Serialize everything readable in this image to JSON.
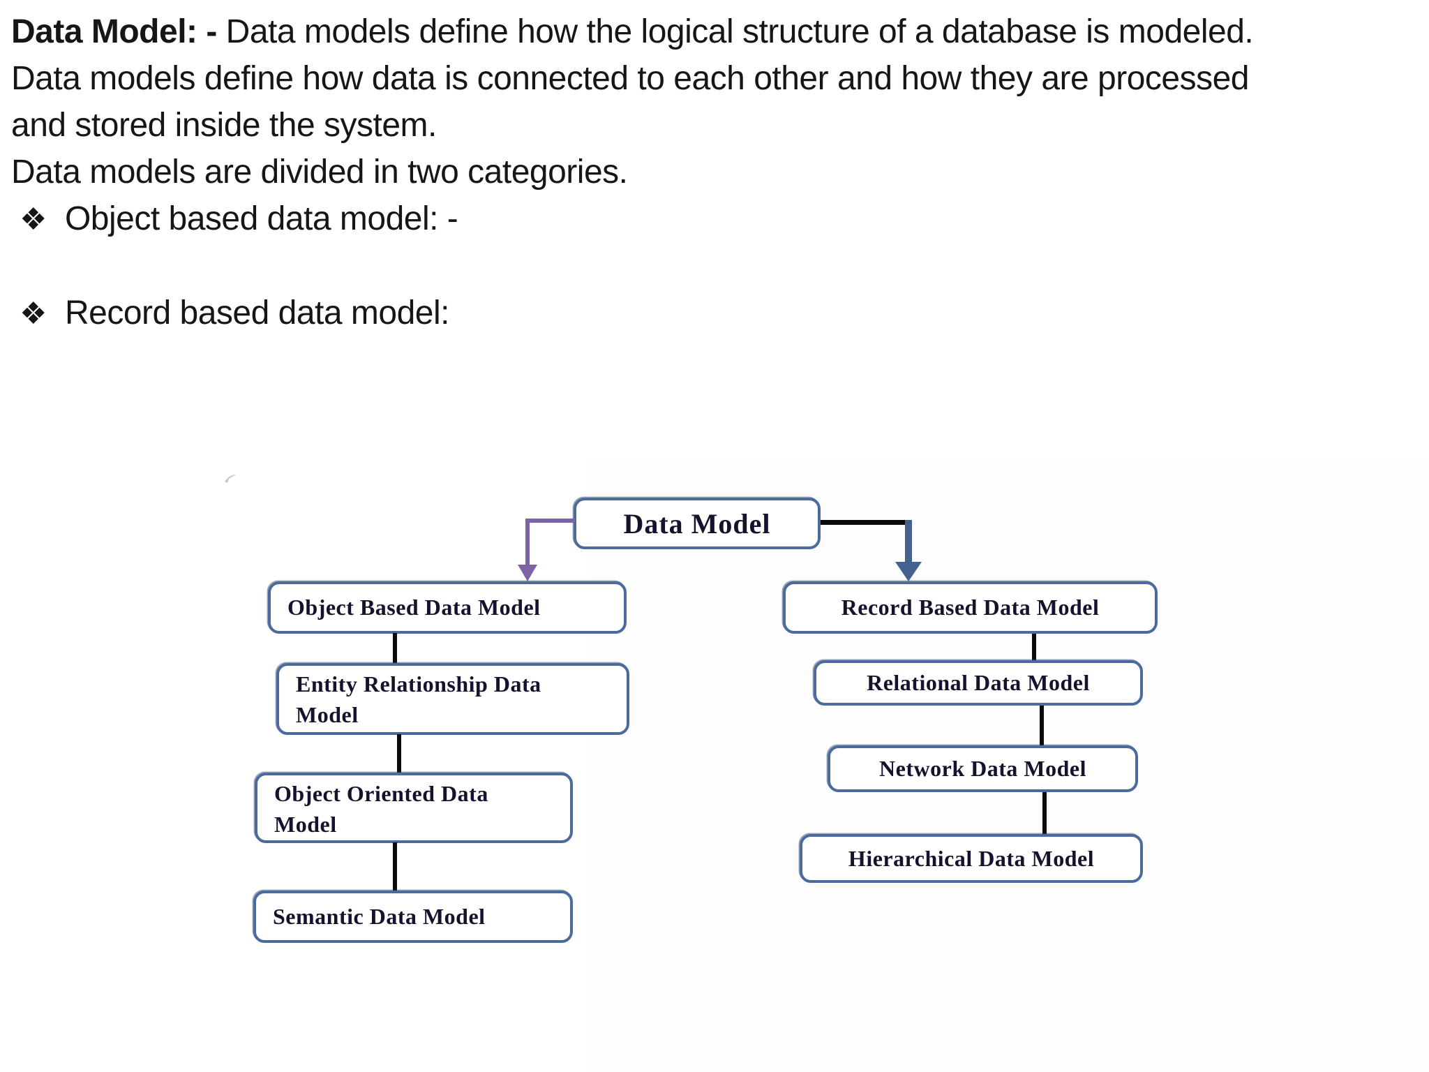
{
  "intro": {
    "lead_bold": "Data Model: -",
    "lead_rest": " Data models define how the logical structure of a database is modeled.",
    "line2": "Data models define how data is connected to each other and how they are processed",
    "line3": "and stored inside the system.",
    "line4": "Data models are divided in two categories.",
    "bullets": [
      {
        "marker": "❖",
        "label": "Object based data model: -"
      },
      {
        "marker": "❖",
        "label": "Record based data model:"
      }
    ]
  },
  "diagram": {
    "root": {
      "label": "Data Model"
    },
    "left_column": [
      {
        "lines": [
          "Object Based Data Model"
        ]
      },
      {
        "lines": [
          "Entity Relationship Data",
          "Model"
        ]
      },
      {
        "lines": [
          "Object Oriented Data",
          "Model"
        ]
      },
      {
        "lines": [
          "Semantic Data Model"
        ]
      }
    ],
    "right_column": [
      {
        "lines": [
          "Record Based Data Model"
        ]
      },
      {
        "lines": [
          "Relational Data Model"
        ]
      },
      {
        "lines": [
          "Network Data Model"
        ]
      },
      {
        "lines": [
          "Hierarchical Data Model"
        ]
      }
    ],
    "colors": {
      "box_border": "#4a6b9b",
      "box_text": "#13132e",
      "purple_arrow": "#7c63a8",
      "slate_arrow": "#44618f",
      "connector_black": "#0a0a0a",
      "intro_text": "#161616"
    }
  }
}
